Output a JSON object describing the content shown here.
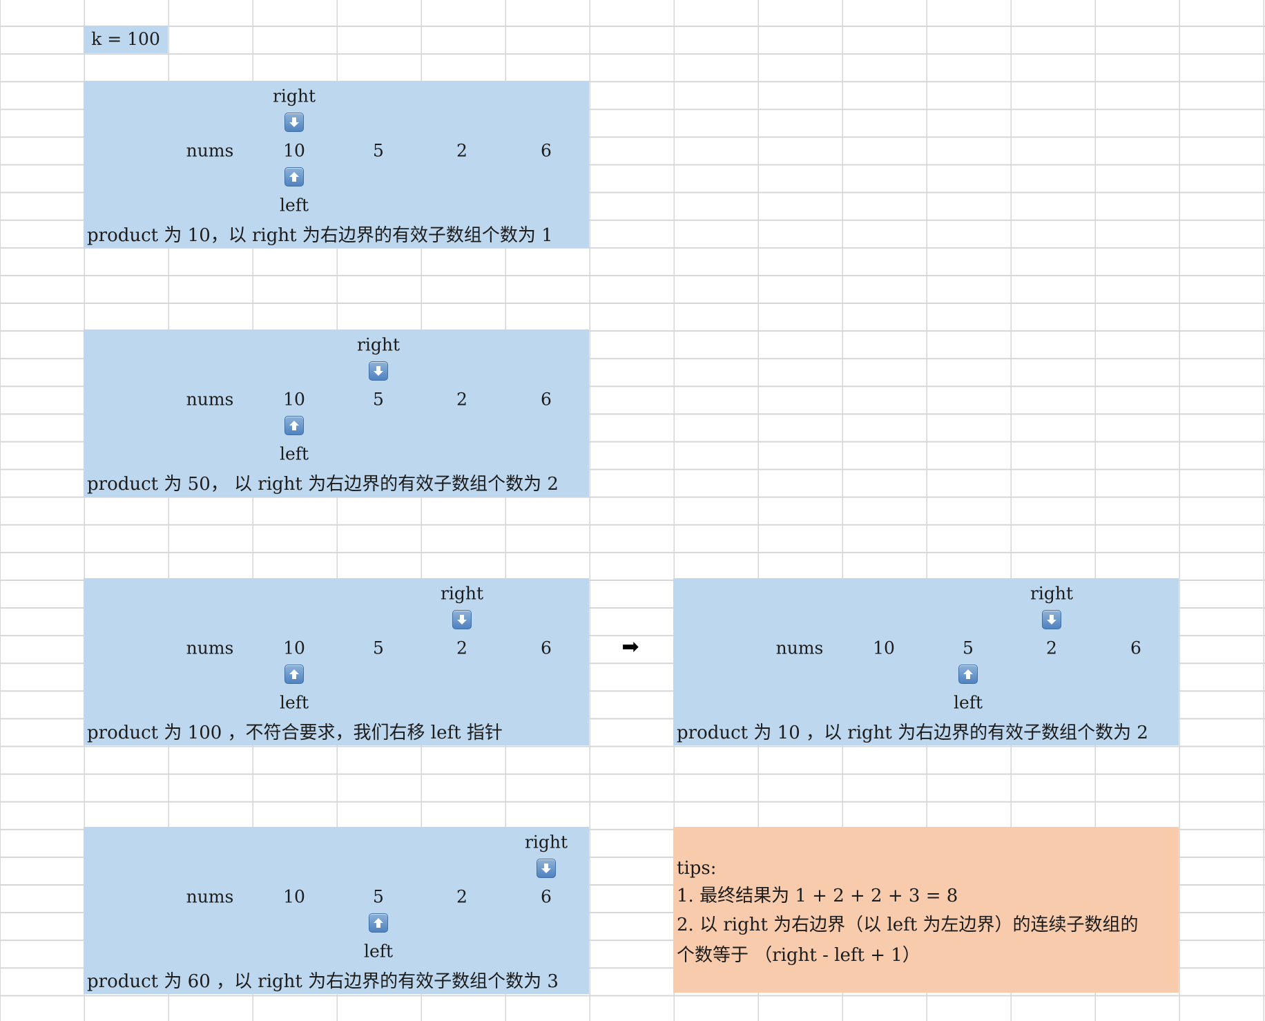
{
  "k_label": "k = 100",
  "transition_arrow": "➡",
  "steps": [
    {
      "right_label": "right",
      "left_label": "left",
      "nums_label": "nums",
      "values": [
        "10",
        "5",
        "2",
        "6"
      ],
      "right_index": 0,
      "left_index": 0,
      "caption": "product 为 10，以 right 为右边界的有效子数组个数为 1"
    },
    {
      "right_label": "right",
      "left_label": "left",
      "nums_label": "nums",
      "values": [
        "10",
        "5",
        "2",
        "6"
      ],
      "right_index": 1,
      "left_index": 0,
      "caption": "product 为 50， 以 right 为右边界的有效子数组个数为 2"
    },
    {
      "right_label": "right",
      "left_label": "left",
      "nums_label": "nums",
      "values": [
        "10",
        "5",
        "2",
        "6"
      ],
      "right_index": 2,
      "left_index": 0,
      "caption": "product 为 100 ，不符合要求，我们右移 left 指针"
    },
    {
      "right_label": "right",
      "left_label": "left",
      "nums_label": "nums",
      "values": [
        "10",
        "5",
        "2",
        "6"
      ],
      "right_index": 2,
      "left_index": 1,
      "caption": "product 为 10 ，以 right 为右边界的有效子数组个数为 2"
    },
    {
      "right_label": "right",
      "left_label": "left",
      "nums_label": "nums",
      "values": [
        "10",
        "5",
        "2",
        "6"
      ],
      "right_index": 3,
      "left_index": 1,
      "caption": "product 为 60 ，以 right 为右边界的有效子数组个数为 3"
    }
  ],
  "tips": {
    "line1": "tips:",
    "line2": "1. 最终结果为 1 + 2 + 2 + 3 = 8",
    "line3": "2. 以 right 为右边界（以 left 为左边界）的连续子数组的",
    "line4": "个数等于 （right - left + 1）"
  },
  "colors": {
    "step_fill": "#bdd7ee",
    "tips_fill": "#f8cbad",
    "gridline": "#d6d6d6"
  }
}
